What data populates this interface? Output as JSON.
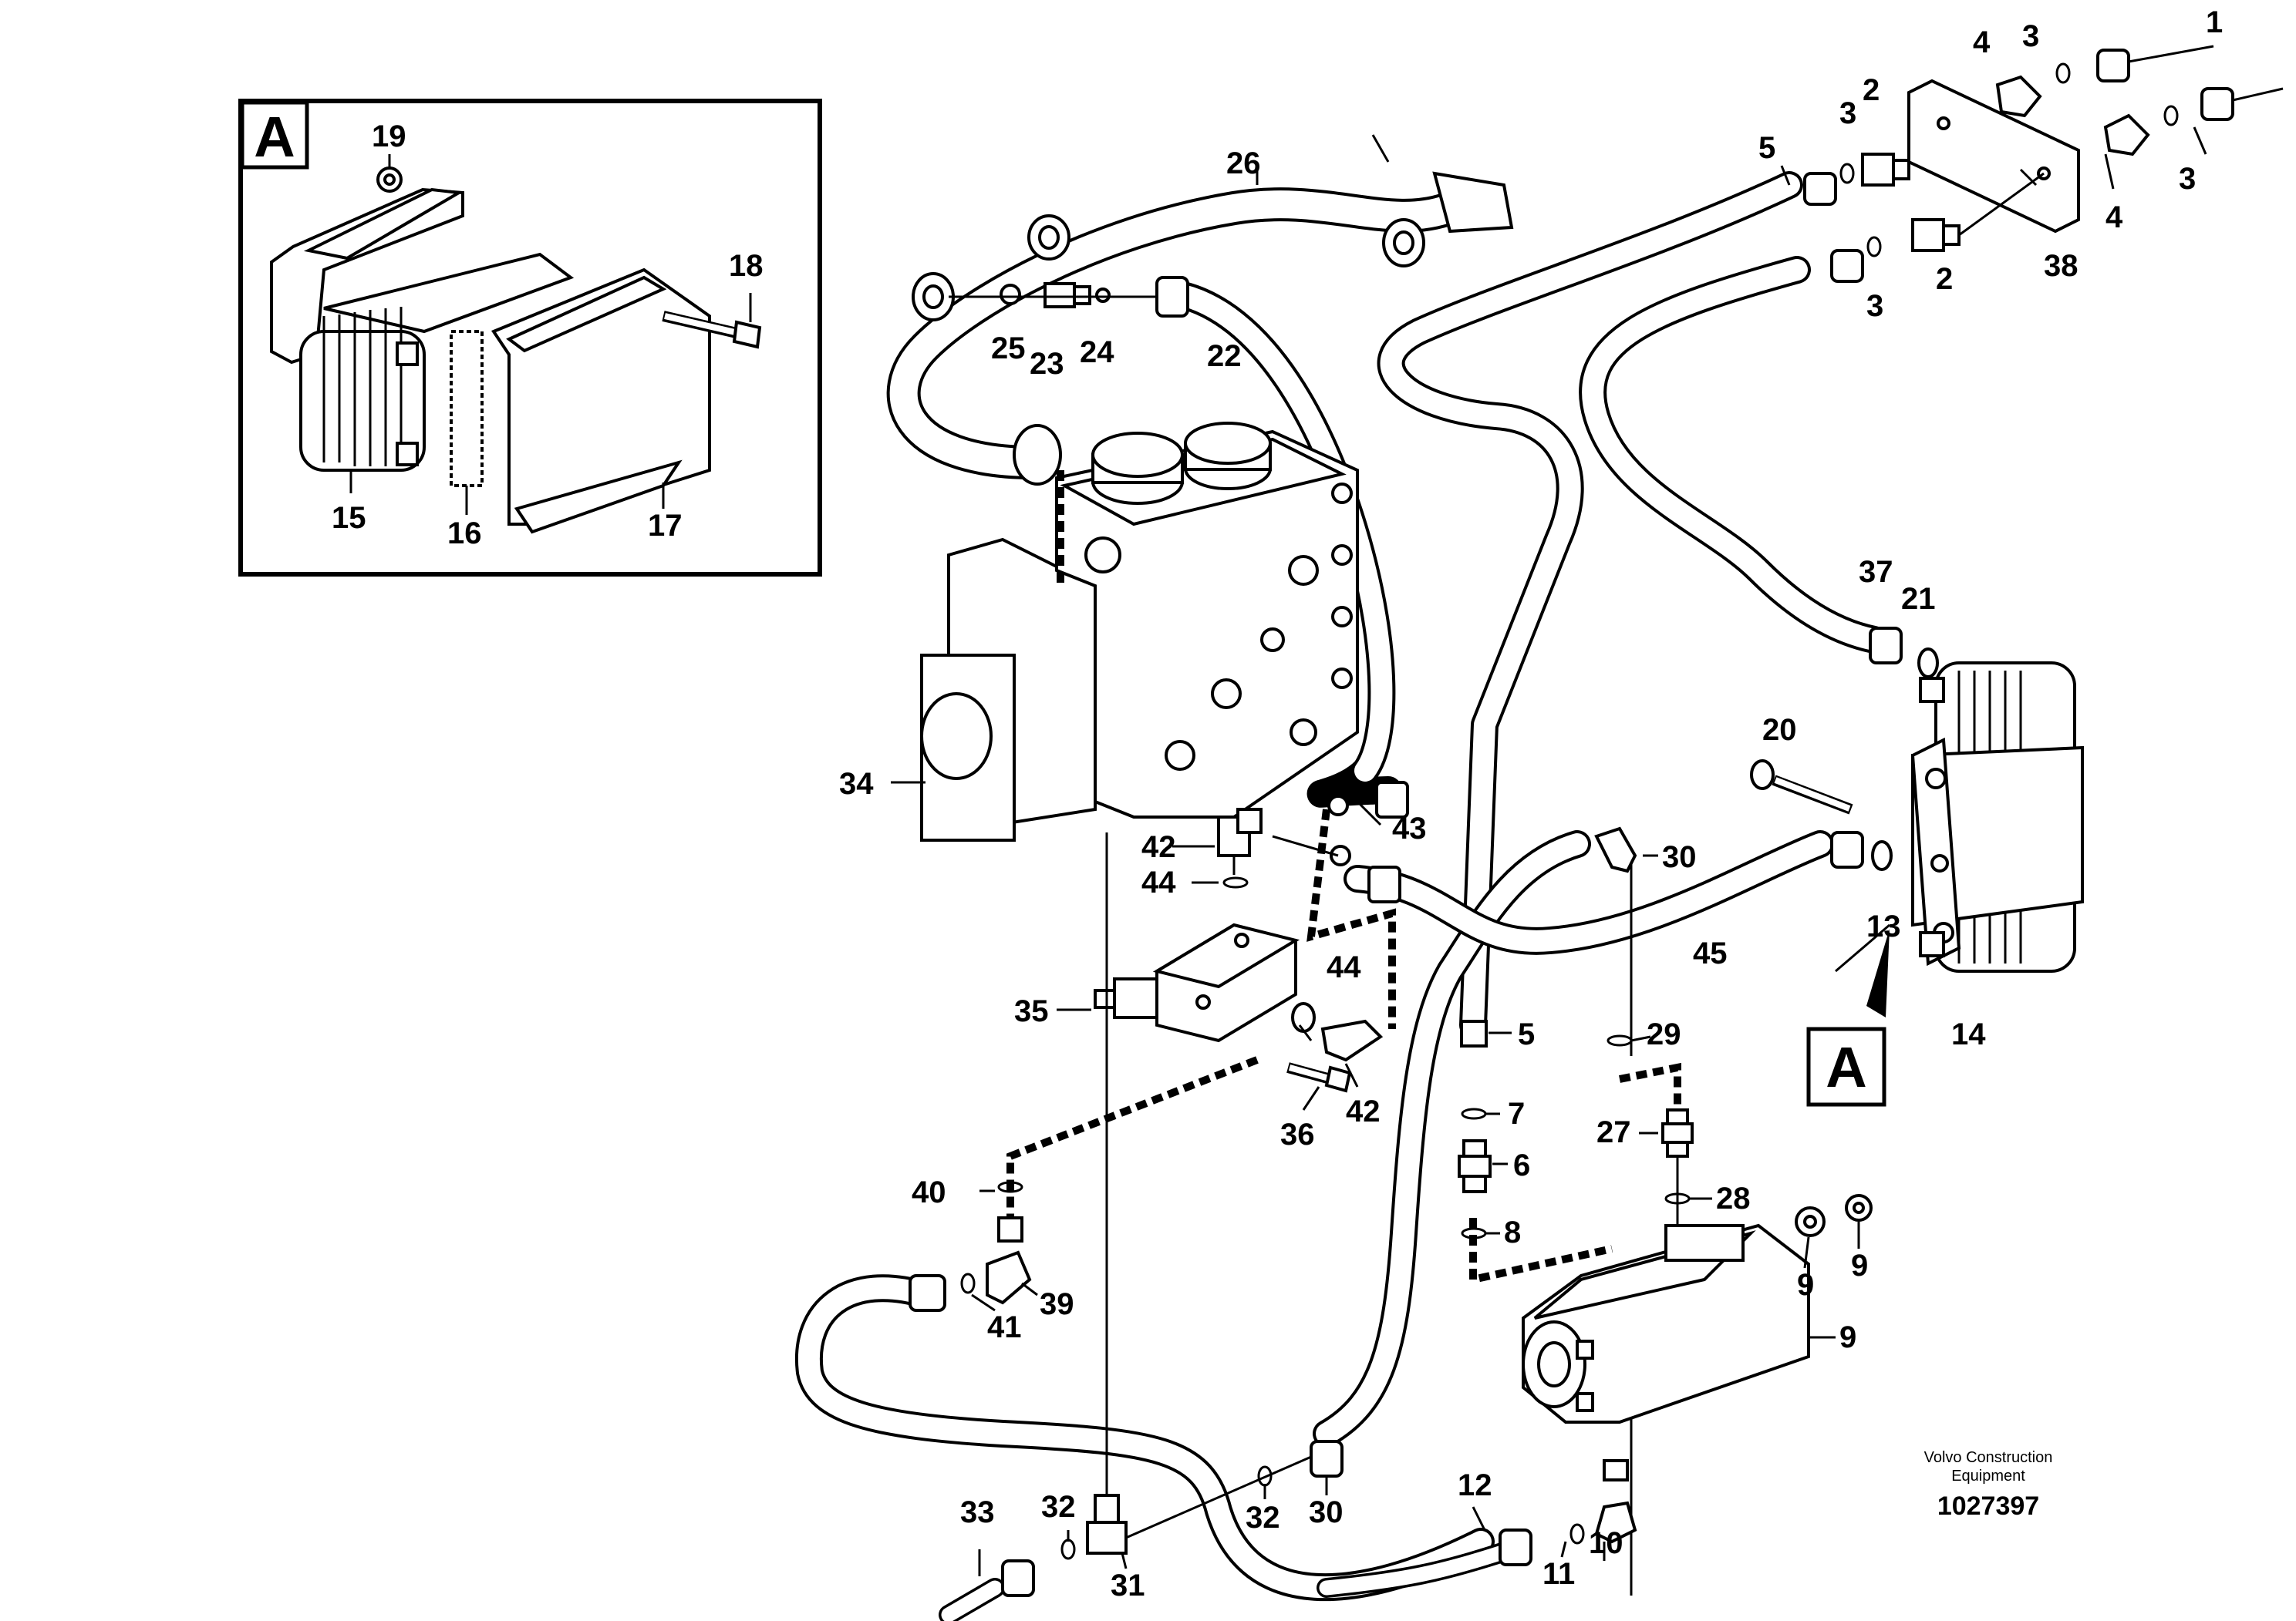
{
  "inset": {
    "letter": "A"
  },
  "callout": {
    "letter": "A"
  },
  "brand": {
    "line1": "Volvo Construction",
    "line2": "Equipment"
  },
  "doc_number": "1027397",
  "labels": [
    {
      "id": "l1",
      "text": "1"
    },
    {
      "id": "l3a",
      "text": "3"
    },
    {
      "id": "l4a",
      "text": "4"
    },
    {
      "id": "l3b",
      "text": "3"
    },
    {
      "id": "l2a",
      "text": "2"
    },
    {
      "id": "l5a",
      "text": "5"
    },
    {
      "id": "l3c",
      "text": "3"
    },
    {
      "id": "l4b",
      "text": "4"
    },
    {
      "id": "l2b",
      "text": "2"
    },
    {
      "id": "l3d",
      "text": "3"
    },
    {
      "id": "l38",
      "text": "38"
    },
    {
      "id": "l26",
      "text": "26"
    },
    {
      "id": "l19",
      "text": "19"
    },
    {
      "id": "l18",
      "text": "18"
    },
    {
      "id": "l25",
      "text": "25"
    },
    {
      "id": "l23",
      "text": "23"
    },
    {
      "id": "l24",
      "text": "24"
    },
    {
      "id": "l22",
      "text": "22"
    },
    {
      "id": "l15",
      "text": "15"
    },
    {
      "id": "l16",
      "text": "16"
    },
    {
      "id": "l17",
      "text": "17"
    },
    {
      "id": "l37",
      "text": "37"
    },
    {
      "id": "l21",
      "text": "21"
    },
    {
      "id": "l20",
      "text": "20"
    },
    {
      "id": "l34",
      "text": "34"
    },
    {
      "id": "l43",
      "text": "43"
    },
    {
      "id": "l42a",
      "text": "42"
    },
    {
      "id": "l44a",
      "text": "44"
    },
    {
      "id": "l30a",
      "text": "30"
    },
    {
      "id": "l13",
      "text": "13"
    },
    {
      "id": "l45",
      "text": "45"
    },
    {
      "id": "l14",
      "text": "14"
    },
    {
      "id": "l44b",
      "text": "44"
    },
    {
      "id": "l35",
      "text": "35"
    },
    {
      "id": "l5b",
      "text": "5"
    },
    {
      "id": "l29",
      "text": "29"
    },
    {
      "id": "l36",
      "text": "36"
    },
    {
      "id": "l42b",
      "text": "42"
    },
    {
      "id": "l7",
      "text": "7"
    },
    {
      "id": "l27",
      "text": "27"
    },
    {
      "id": "l6",
      "text": "6"
    },
    {
      "id": "l40",
      "text": "40"
    },
    {
      "id": "l28",
      "text": "28"
    },
    {
      "id": "l8",
      "text": "8"
    },
    {
      "id": "l9a",
      "text": "9"
    },
    {
      "id": "l9b",
      "text": "9"
    },
    {
      "id": "l39",
      "text": "39"
    },
    {
      "id": "l41",
      "text": "41"
    },
    {
      "id": "l9c",
      "text": "9"
    },
    {
      "id": "l33",
      "text": "33"
    },
    {
      "id": "l32a",
      "text": "32"
    },
    {
      "id": "l32b",
      "text": "32"
    },
    {
      "id": "l30b",
      "text": "30"
    },
    {
      "id": "l12",
      "text": "12"
    },
    {
      "id": "l11",
      "text": "11"
    },
    {
      "id": "l10",
      "text": "10"
    },
    {
      "id": "l31",
      "text": "31"
    }
  ]
}
